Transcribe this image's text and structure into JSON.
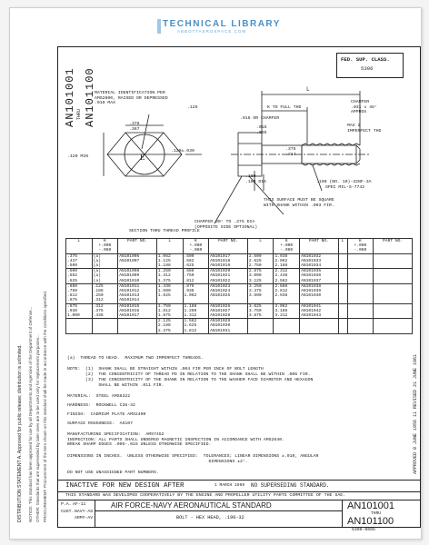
{
  "watermark": {
    "title": "TECHNICAL LIBRARY",
    "url": "ABBOTTAEROSPACE.COM"
  },
  "header": {
    "fsc_label": "FED. SUP. CLASS.",
    "fsc_value": "5306",
    "side_number": "AN101001",
    "side_thru": "THRU",
    "side_number2": "AN101100"
  },
  "side_notes": {
    "distribution": "DISTRIBUTION STATEMENT A. Approved for public release; distribution is unlimited.",
    "notice": "NOTICE: This standard has been approved for use by all Departments and Agencies of the Department of Defense...",
    "other": "OTHER: Standards that are superseded by later ones are to be used only for replacement purposes...",
    "procurement": "PROCUREMENT: Procurement of the item shown on this standard shall be made in accordance with the conditions specified."
  },
  "drawing": {
    "material_note": "MATERIAL IDENTIFICATION PER\nAMS2800, RAISED OR DEPRESSED\n.010 MAX",
    "dim_376": ".376",
    "dim_367": ".367",
    "dim_420": ".420 MIN",
    "dim_120": ".120±.030",
    "head_mark": "E",
    "dim_L": "L",
    "dim_125": ".125",
    "dim_k": "K TO FULL THD",
    "dim_chamfer": "CHAMFER\n.031 x 45°\nAPPROX",
    "dim_016": ".016 OR CHAMFER",
    "dim_015": ".015",
    "dim_005": ".005",
    "dim_max2": "MAX 2\nIMPERFECT THD",
    "dim_375": ".375",
    "dim_314": ".314",
    "dim_189": ".189",
    "dim_180": ".180 DIA",
    "dim_190": ".190 (NO. 10)-32NF-3A",
    "dim_spec": "SPEC MIL-S-7742",
    "dim_surface": "THIS SURFACE MUST BE SQUARE\nWITH SHANK WITHIN .003 FIR.",
    "dim_chamfer2": "CHAMFER 30° TO .375 DIA\n(OPPOSITE SIDE OPTIONAL)",
    "section_title": "SECTION THRU THREAD PROFILE"
  },
  "table": {
    "headers": [
      "L",
      "K\n+.000\n-.060",
      "PART NO.",
      "L",
      "K\n+.000\n-.060",
      "PART NO.",
      "L",
      "K\n+.000\n-.060",
      "PART NO.",
      "L",
      "K\n+.000\n-.060",
      "PART NO."
    ],
    "col1": [
      [
        ".375\n.437\n.500",
        "(a)\n(a)\n(a)",
        "AN101006\nAN101007"
      ],
      [
        ".500\n.562\n.625",
        "(a)\n(a)\n(a)",
        "AN101008\nAN101009\nAN101010"
      ],
      [
        ".688\n.750\n.812\n.875",
        ".125\n.188\n.250\n.312",
        "AN101011\nAN101012\nAN101013\nAN101014"
      ],
      [
        ".875\n.938\n1.000",
        ".312\n.375\n.438",
        "AN101015\nAN101016\nAN101017"
      ]
    ],
    "col2": [
      [
        "1.062\n1.125\n1.188",
        ".500\n.562\n.625",
        "AN101017\nAN101018\nAN101019"
      ],
      [
        "1.250\n1.312\n1.375",
        ".688\n.750\n.812",
        "AN101020\nAN101021\nAN101022"
      ],
      [
        "1.438\n1.500\n1.625",
        ".875\n.938\n1.062",
        "AN101023\nAN101024\nAN101025"
      ],
      [
        "1.750\n1.812\n1.875",
        "1.188\n1.250\n1.312",
        "AN101026\nAN101027\nAN101028"
      ],
      [
        "2.125\n2.188\n2.375",
        "1.562\n1.625\n1.812",
        "AN101029\nAN101030\nAN101031"
      ]
    ],
    "col3": [
      [
        "2.500\n2.625\n2.750",
        "1.938\n2.062\n2.188",
        "AN101032\nAN101033\nAN101034"
      ],
      [
        "2.875\n3.000\n3.125",
        "2.312\n2.438\n2.562",
        "AN101035\nAN101036\nAN101037"
      ],
      [
        "3.250\n3.375\n3.500",
        "2.688\n2.812\n2.938",
        "AN101038\nAN101039\nAN101040"
      ],
      [
        "3.625\n3.750\n3.875",
        "3.062\n3.188\n3.312",
        "AN101041\nAN101042\nAN101043"
      ]
    ]
  },
  "notes": {
    "a": "(a)  THREAD TO HEAD.  MAXIMUM TWO IMPERFECT THREADS.",
    "note_label": "NOTE:",
    "n1": "(1)  SHANK SHALL BE STRAIGHT WITHIN .004 FIR PER INCH OF BOLT LENGTH",
    "n2": "(2)  THE CONCENTRICITY OF THREAD PD IN RELATION TO THE SHANK SHALL BE WITHIN .006 FIR.",
    "n3": "(3)  THE CONCENTRICITY OF THE SHANK IN RELATION TO THE WASHER FACE DIAMETER AND HEXAGON\n     SHALL BE WITHIN .011 FIR.",
    "material": "MATERIAL:  STEEL AMS6322",
    "hardness": "HARDNESS:  ROCKWELL C36-32",
    "finish": "FINISH:  CADMIUM PLATE AMS2400",
    "surface": "SURFACE ROUGHNESS:  AS107",
    "mfg": "MANUFACTURING SPECIFICATION:  AMS7452\nINSPECTION: ALL PARTS SHALL UNDERGO MAGNETIC INSPECTION IN ACCORDANCE WITH AMS2640.\nBREAK SHARP EDGES .005-.015 UNLESS OTHERWISE SPECIFIED.",
    "dims": "DIMENSIONS IN INCHES.  UNLESS OTHERWISE SPECIFIED:  TOLERANCES; LINEAR DIMENSIONS ±.010, ANGULAR\n                                                      DIMENSIONS ±2°.",
    "use": "DO NOT USE UNASSIGNED PART NUMBERS."
  },
  "footer": {
    "inactive": "INACTIVE FOR NEW DESIGN AFTER",
    "inactive_date": "1 MARCH 1969",
    "no_super": "NO SUPERSEDING STANDARD.",
    "developed": "THIS STANDARD WAS DEVELOPED COOPERATIVELY BY THE ENGINE AND PROPELLER UTILITY PARTS COMMITTEE OF THE SAE.",
    "pa_label": "P.A.",
    "pa_value": "AF-11",
    "cust_label": "CUST.",
    "cust_value": "NAVY-AS",
    "cust_value2": "ARMY-AV",
    "std_title": "AIR FORCE-NAVY AERONAUTICAL STANDARD",
    "part_title": "BOLT - HEX HEAD, .190-32",
    "number": "AN101001",
    "thru": "THRU",
    "number2": "AN101100",
    "bottom_code": "5306-0665",
    "right_vertical": "APPROVED 8 JUNE 1956  11  REVISED  21 JUNE 1961"
  }
}
